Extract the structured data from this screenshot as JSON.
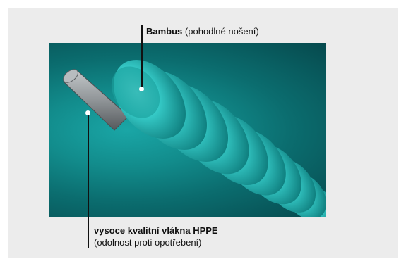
{
  "callouts": {
    "bamboo": {
      "title": "Bambus",
      "detail": "(pohodlné nošení)"
    },
    "fiber": {
      "title": "vysoce kvalitní vlákna HPPE",
      "detail": "(odolnost proti opotřebení)"
    }
  },
  "colors": {
    "panel_background": "#ececec",
    "stage_gradient": [
      "#1aa6a6",
      "#0b6d6f",
      "#06494d"
    ],
    "strand": "#35c9c6",
    "core": "#8a8f92",
    "leader_line": "#111111"
  },
  "image": {
    "subject": "fiber-cross-section-illustration"
  }
}
